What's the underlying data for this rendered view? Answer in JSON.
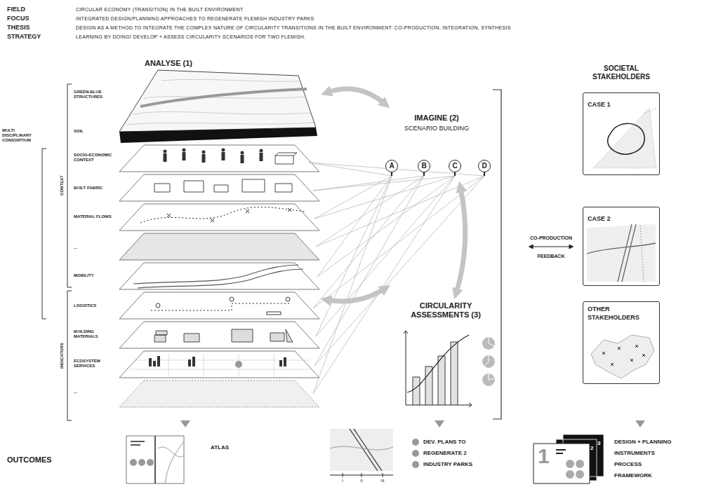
{
  "diagram": {
    "nodes": [
      {
        "text": [
          "A"
        ]
      },
      {
        "text": [
          "B"
        ]
      },
      {
        "text": [
          "C"
        ]
      },
      {
        "text": [
          "D"
        ]
      },
      {
        "text": [
          "CASE 1"
        ]
      },
      {
        "text": [
          "CASE 2"
        ]
      },
      {
        "text": [
          "OTHER STAKEHOLDERS"
        ]
      }
    ],
    "labels": [
      "FIELD",
      "CIRCULAR ECONOMY (TRANSITION) IN THE BUILT ENVIRONMENT",
      "FOCUS",
      "INTEGRATED DESIGN/PLANNING APPROACHES TO REGENERATE FLEMISH INDUSTRY PARKS",
      "THESIS",
      "DESIGN AS A METHOD TO INTEGRATE THE COMPLEX NATURE OF CIRCULARITY TRANSITIONS IN THE BUILT ENVIRONMENT: CO-PRODUCTION, INTEGRATION, SYNTHESIS",
      "STRATEGY",
      "LEARNING BY DOING! DEVELOP + ASSESS CIRCULARITY SCENARIOS FOR TWO FLEMISH.",
      "ANALYSE (1)",
      "MULTI DISCIPLINARY CONSORTIUM",
      "CONTEXT",
      "INDICATORS",
      "GREEN-BLUE STRUCTURES",
      "SOIL",
      "SOCIO-ECONOMIC CONTEXT",
      "BUILT FABRIC",
      "MATERIAL FLOWS",
      "...",
      "MOBILITY",
      "LOGISTICS",
      "BUILDING MATERIALS",
      "ECOSYSTEM SERVICES",
      "...",
      "IMAGINE (2)",
      "SCENARIO BUILDING",
      "CIRCULARITY ASSESSMENTS (3)",
      "SOCIETAL STAKEHOLDERS",
      "CO-PRODUCTION",
      "FEEDBACK",
      "OUTCOMES",
      "ATLAS",
      "DEV. PLANS TO REGENERATE 2 INDUSTRY PARKS",
      "DESIGN + PLANNING INSTRUMENTS PROCESS FRAMEWORK",
      "I",
      "II",
      "III",
      "1",
      "2",
      "3"
    ]
  }
}
